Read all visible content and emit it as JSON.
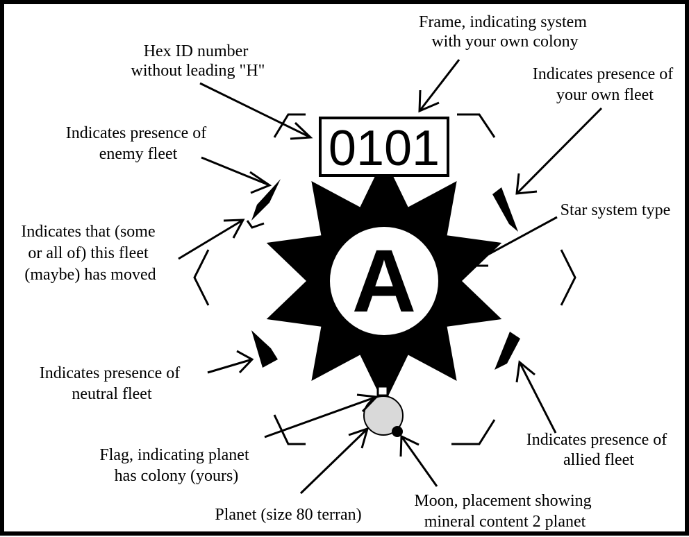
{
  "hex": {
    "id_number": "0101",
    "star_type": "A"
  },
  "labels": {
    "frame": [
      "Frame, indicating system",
      "with your own colony"
    ],
    "hex_id": [
      "Hex ID number",
      "without leading \"H\""
    ],
    "own_fleet": [
      "Indicates presence of",
      "your own fleet"
    ],
    "enemy_fleet": [
      "Indicates presence of",
      "enemy fleet"
    ],
    "star_type": [
      "Star system type"
    ],
    "moved": [
      "Indicates that (some",
      "or all of) this fleet",
      "(maybe) has moved"
    ],
    "neutral_fleet": [
      "Indicates presence of",
      "neutral fleet"
    ],
    "allied_fleet": [
      "Indicates presence of",
      "allied fleet"
    ],
    "flag": [
      "Flag, indicating planet",
      "has colony (yours)"
    ],
    "planet": [
      "Planet (size 80 terran)"
    ],
    "moon": [
      "Moon, placement showing",
      "mineral content 2 planet"
    ]
  },
  "colors": {
    "ink": "#000000",
    "paper": "#ffffff",
    "planet_fill": "#d9d9d9"
  }
}
